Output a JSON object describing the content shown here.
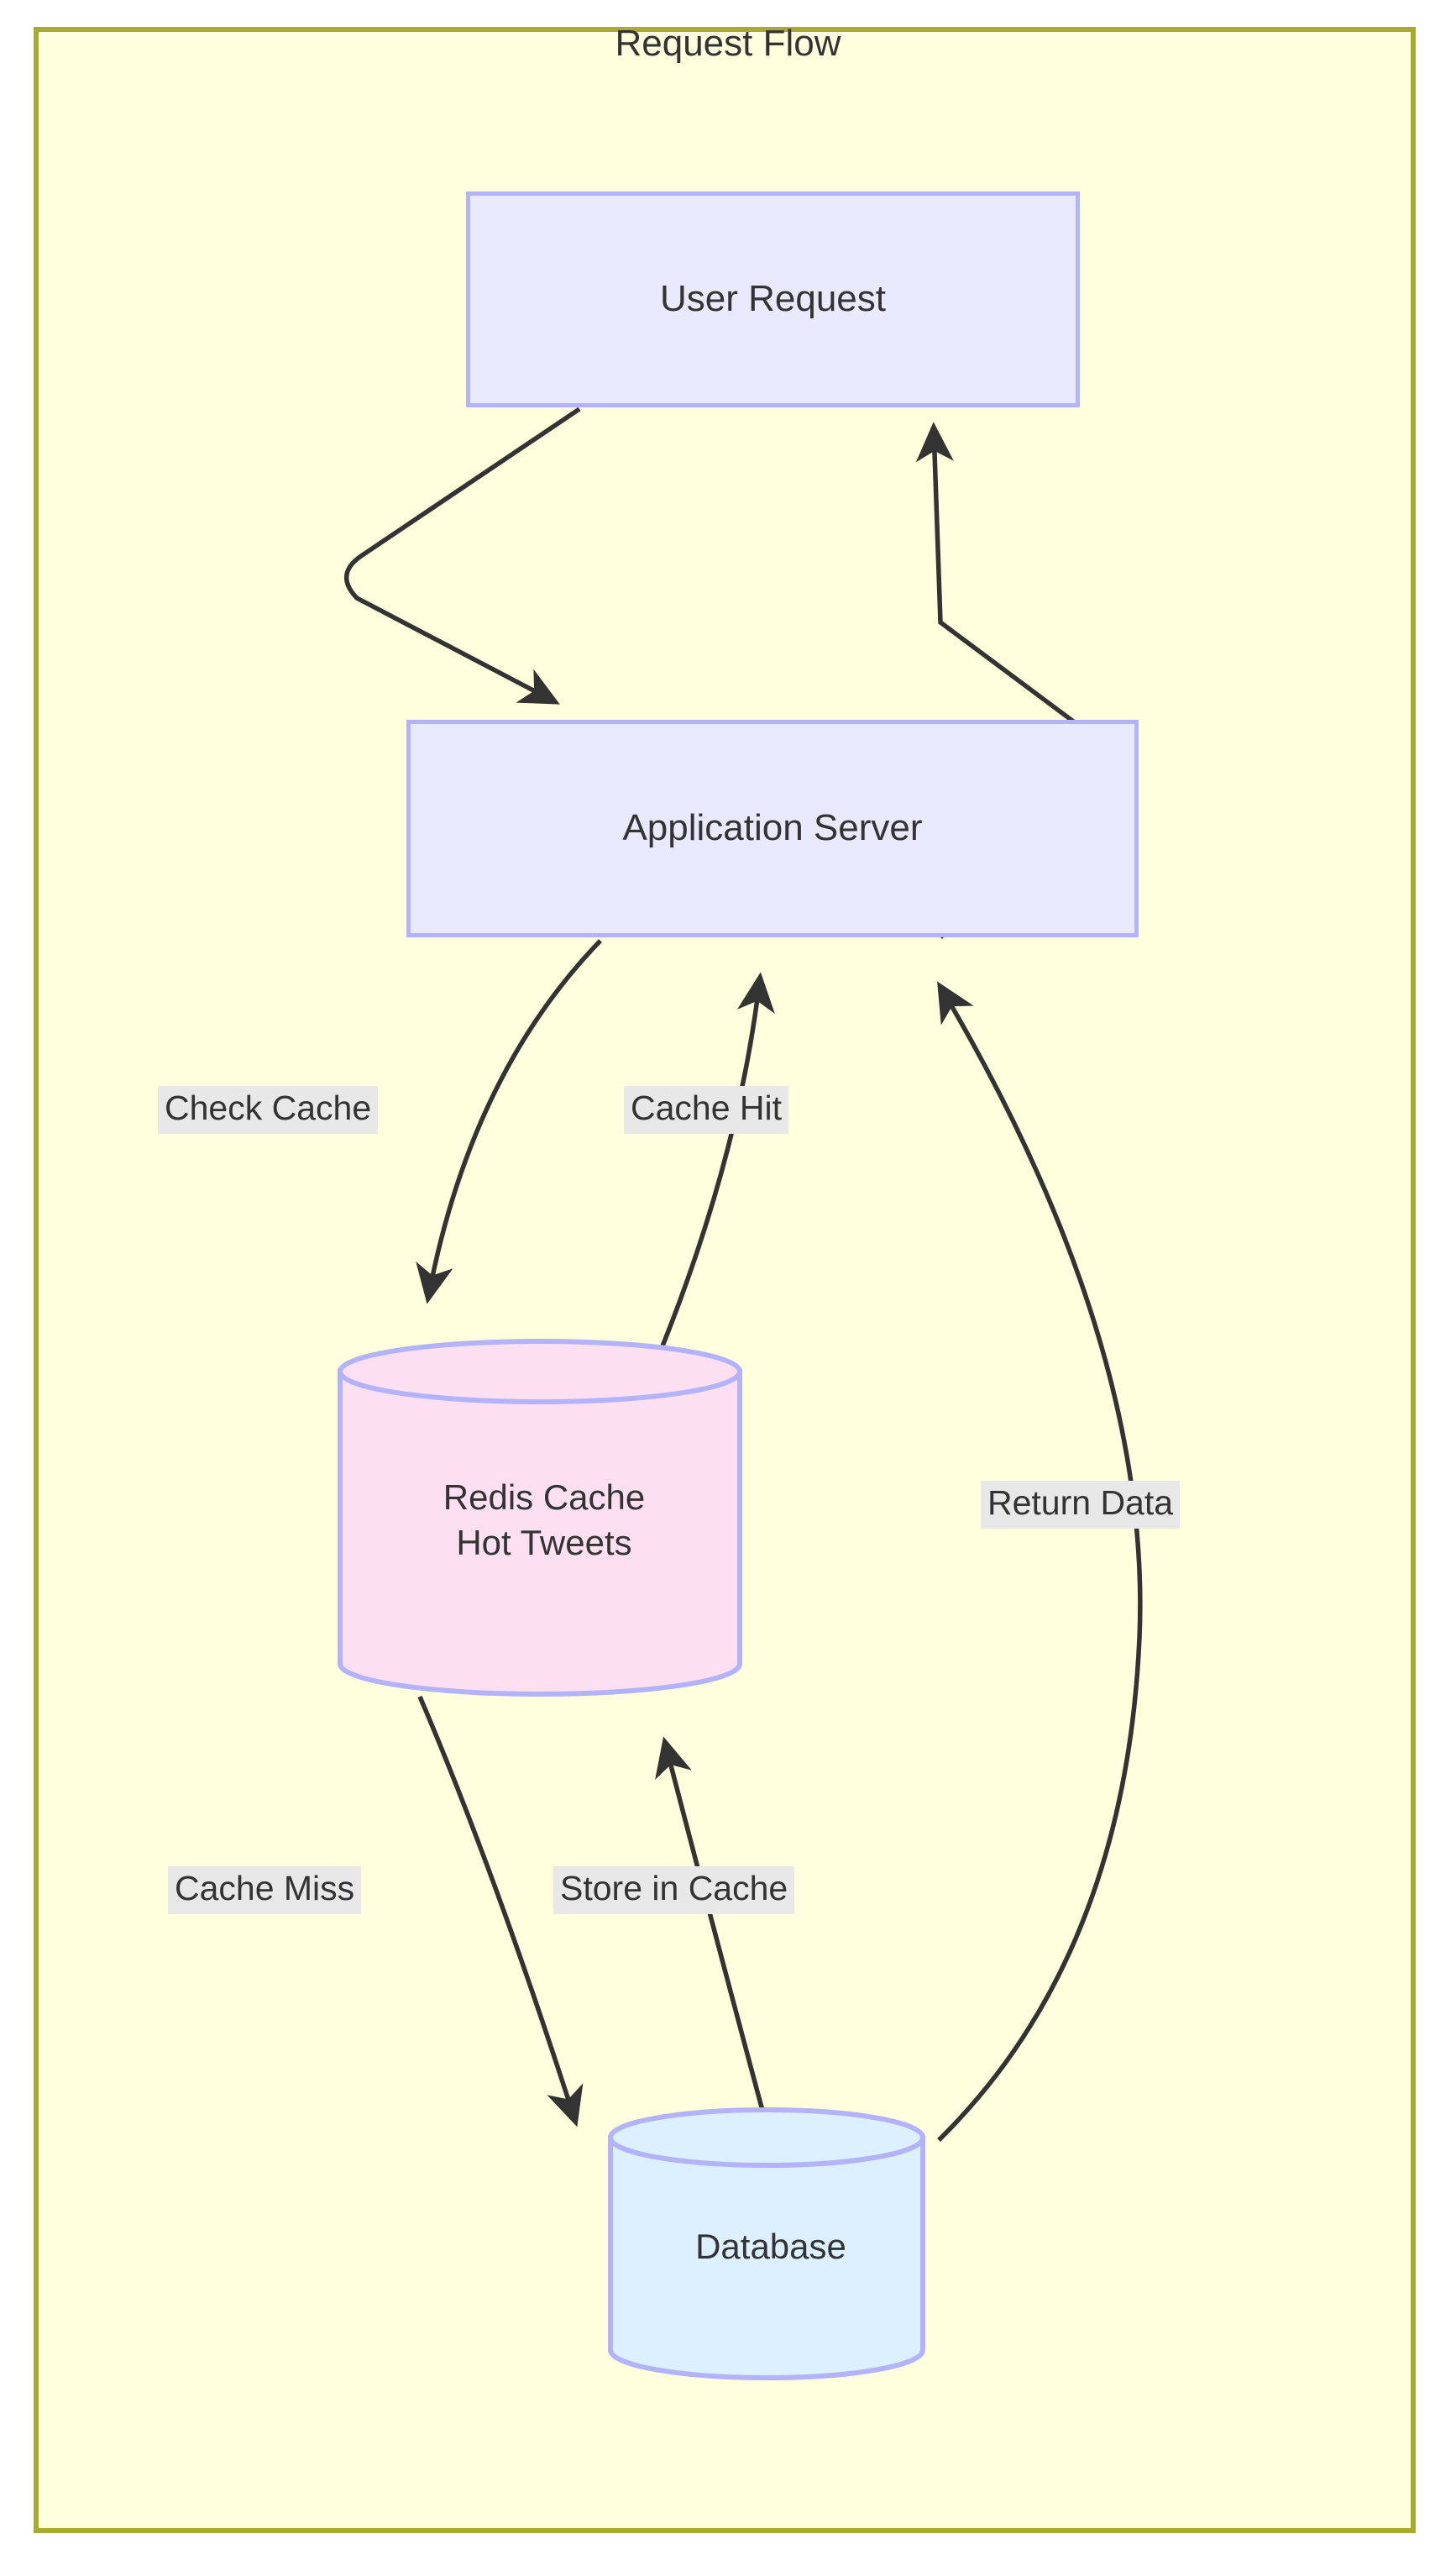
{
  "diagram": {
    "title": "Request Flow",
    "frame": {
      "background_color": "#ffffde",
      "border_color": "#aaaa33"
    },
    "nodes": [
      {
        "id": "user-request",
        "label": "User Request",
        "shape": "rectangle",
        "fill_color": "#e9e9fd",
        "stroke_color": "#b3b3fc"
      },
      {
        "id": "application-server",
        "label": "Application Server",
        "shape": "rectangle",
        "fill_color": "#e9e9fd",
        "stroke_color": "#b3b3fc"
      },
      {
        "id": "redis-cache",
        "label_line_1": "Redis Cache",
        "label_line_2": "Hot Tweets",
        "shape": "cylinder",
        "fill_color": "#fce0f2",
        "stroke_color": "#b3b3fc"
      },
      {
        "id": "database",
        "label": "Database",
        "shape": "cylinder",
        "fill_color": "#ddf0ff",
        "stroke_color": "#b3b3fc"
      }
    ],
    "edge_labels": {
      "check_cache": "Check Cache",
      "cache_hit": "Cache Hit",
      "cache_miss": "Cache Miss",
      "store_in_cache": "Store in Cache",
      "return_data": "Return Data"
    },
    "edge_label_style": {
      "background_color": "#e8e8e8",
      "text_color": "#333333"
    },
    "edge_stroke_color": "#333333"
  },
  "chart_data": {
    "type": "diagram",
    "title": "Request Flow",
    "nodes": [
      {
        "id": "user-request",
        "label": "User Request",
        "shape": "rect"
      },
      {
        "id": "application-server",
        "label": "Application Server",
        "shape": "rect"
      },
      {
        "id": "redis-cache",
        "label": "Redis Cache\nHot Tweets",
        "shape": "cylinder"
      },
      {
        "id": "database",
        "label": "Database",
        "shape": "cylinder"
      }
    ],
    "edges": [
      {
        "from": "user-request",
        "to": "application-server",
        "label": ""
      },
      {
        "from": "application-server",
        "to": "user-request",
        "label": ""
      },
      {
        "from": "application-server",
        "to": "redis-cache",
        "label": "Check Cache"
      },
      {
        "from": "redis-cache",
        "to": "application-server",
        "label": "Cache Hit"
      },
      {
        "from": "redis-cache",
        "to": "database",
        "label": "Cache Miss"
      },
      {
        "from": "database",
        "to": "redis-cache",
        "label": "Store in Cache"
      },
      {
        "from": "database",
        "to": "application-server",
        "label": "Return Data"
      }
    ]
  }
}
